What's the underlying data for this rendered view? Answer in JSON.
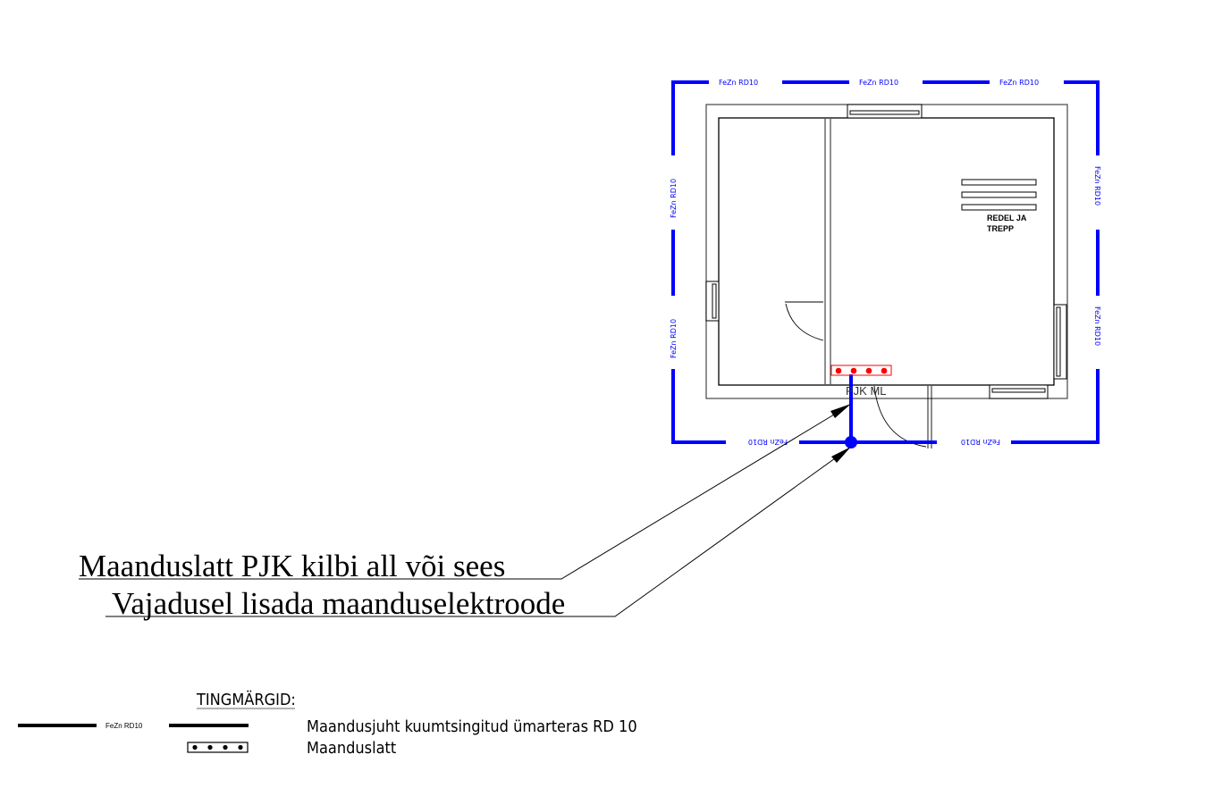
{
  "plan": {
    "conductor_label": "FeZn RD10",
    "ladder_label_1": "REDEL JA",
    "ladder_label_2": "TREPP",
    "panel_label": "PJK ML"
  },
  "annotations": {
    "note_1": "Maanduslatt PJK kilbi all või sees",
    "note_2": "Vajadusel lisada maanduselektroode"
  },
  "legend": {
    "title": "TINGMÄRGID:",
    "conductor_symbol_label": "FeZn RD10",
    "conductor_description": "Maandusjuht kuumtsingitud ümarteras RD 10",
    "busbar_description": "Maanduslatt"
  },
  "colors": {
    "conductor": "#0000ff",
    "busbar": "#ff0000",
    "lines": "#000000"
  }
}
